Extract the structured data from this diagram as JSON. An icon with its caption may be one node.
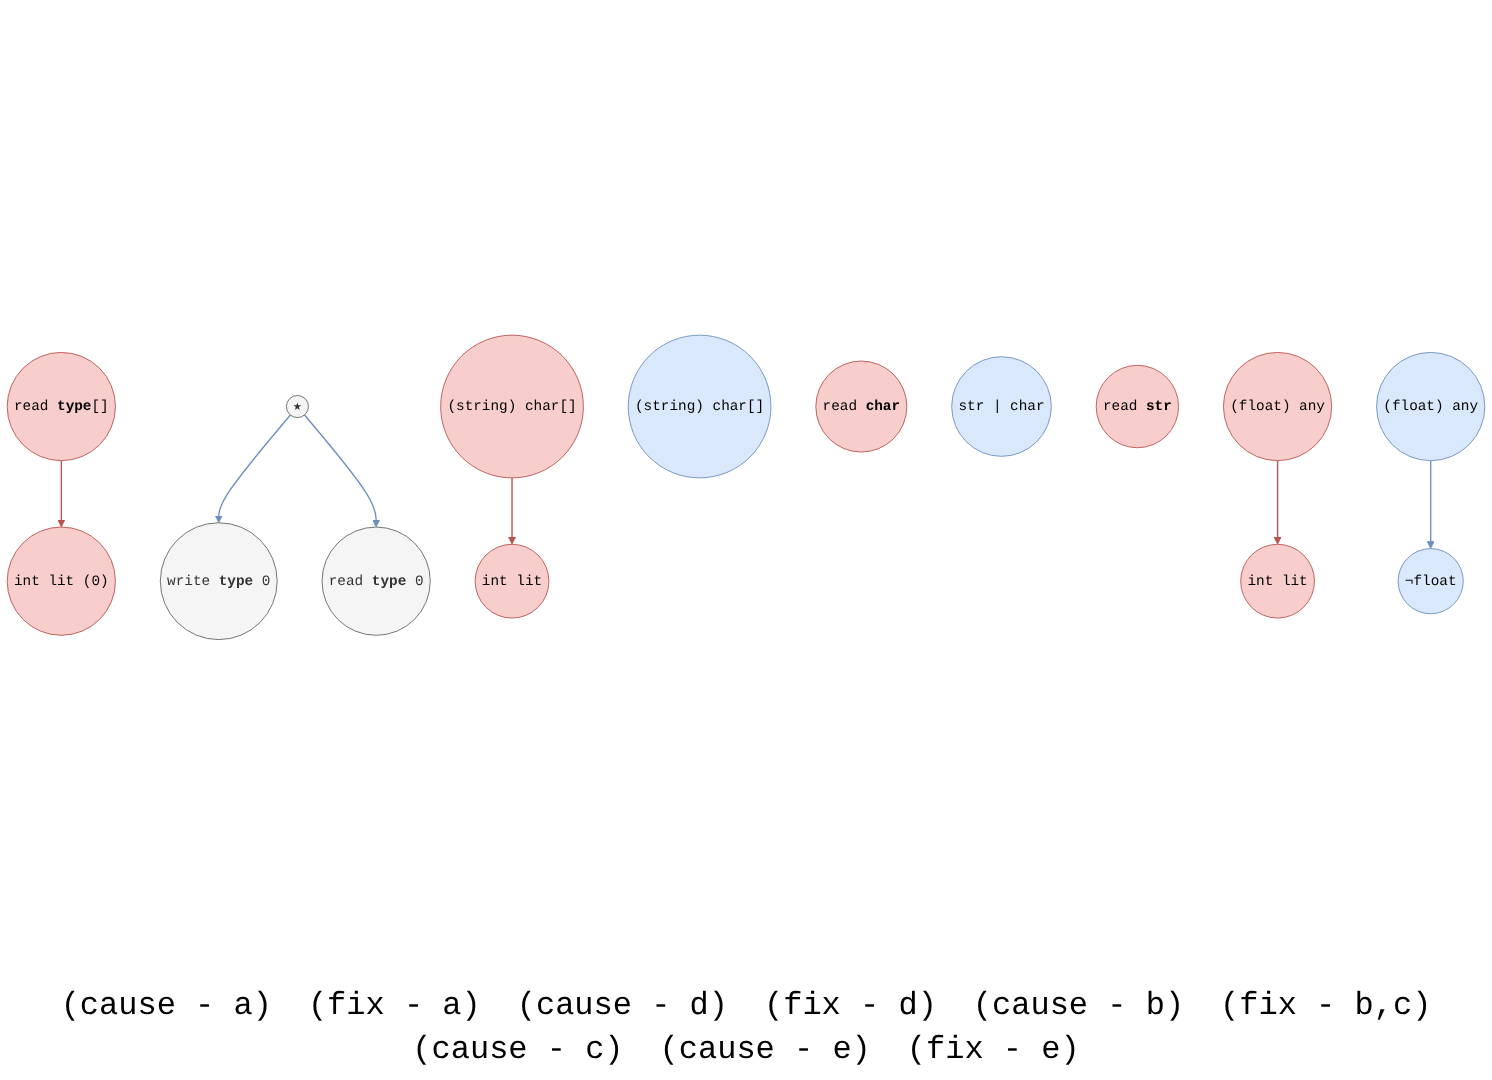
{
  "diagram": {
    "nodes": [
      {
        "text": [
          "read **type**[]"
        ]
      },
      {
        "text": [
          "int lit (0)"
        ]
      },
      {
        "text": [
          "★"
        ]
      },
      {
        "text": [
          "write **type** 0"
        ]
      },
      {
        "text": [
          "read **type** 0"
        ]
      },
      {
        "text": [
          "(string) char[]"
        ]
      },
      {
        "text": [
          "int lit"
        ]
      },
      {
        "text": [
          "(string) char[]"
        ]
      },
      {
        "text": [
          "read **char**"
        ]
      },
      {
        "text": [
          "str | char"
        ]
      },
      {
        "text": [
          "read **str**"
        ]
      },
      {
        "text": [
          "(float) any"
        ]
      },
      {
        "text": [
          "int lit"
        ]
      },
      {
        "text": [
          "(float) any"
        ]
      },
      {
        "text": [
          "¬float"
        ]
      }
    ],
    "edges": [
      {
        "from": 0,
        "to": 1,
        "arrow": "to",
        "color": "#b85450"
      },
      {
        "from": 2,
        "to": 3,
        "arrow": "to",
        "color": "#6c8ebf"
      },
      {
        "from": 2,
        "to": 4,
        "arrow": "to",
        "color": "#6c8ebf"
      },
      {
        "from": 5,
        "to": 6,
        "arrow": "to",
        "color": "#b85450"
      },
      {
        "from": 11,
        "to": 12,
        "arrow": "to",
        "color": "#b85450"
      },
      {
        "from": 13,
        "to": 14,
        "arrow": "to",
        "color": "#6c8ebf"
      }
    ],
    "labels": [
      "(cause - a)",
      "(fix - a)",
      "(cause - d)",
      "(fix - d)",
      "(cause - b)",
      "(fix - b,c)",
      "(cause - c)",
      "(cause - e)",
      "(fix - e)"
    ]
  }
}
